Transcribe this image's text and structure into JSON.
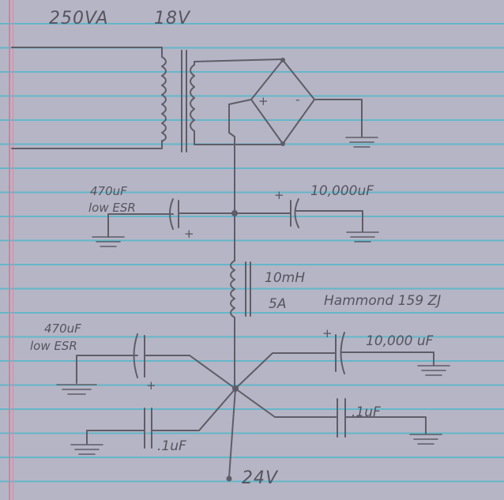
{
  "title": {
    "va": "250VA",
    "volts": "18V"
  },
  "cap_in_bulk_1": {
    "value": "10,000uF"
  },
  "cap_in_lowesr_1": {
    "value": "470uF",
    "type": "low ESR"
  },
  "choke": {
    "inductance": "10mH",
    "current": "5A",
    "part": "Hammond 159 ZJ"
  },
  "cap_out_bulk": {
    "value": "10,000 uF"
  },
  "cap_out_lowesr": {
    "value": "470uF",
    "type": "low ESR"
  },
  "cap_film_left": {
    "value": ".1uF"
  },
  "cap_film_right": {
    "value": ".1uF"
  },
  "output": {
    "volts": "24V"
  },
  "polarity": {
    "plus": "+",
    "minus": "-"
  }
}
